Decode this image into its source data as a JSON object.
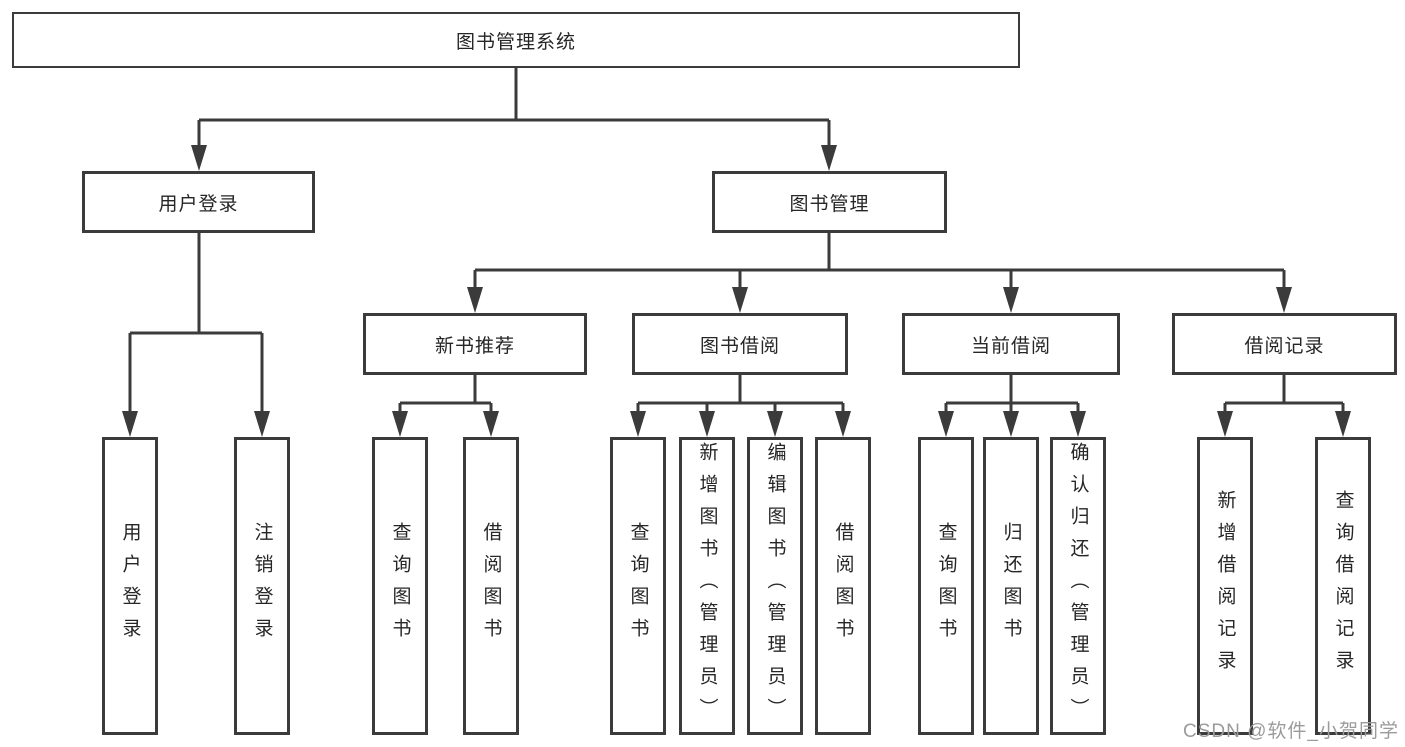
{
  "tree": {
    "label": "图书管理系统",
    "children": [
      {
        "label": "用户登录",
        "children": [
          {
            "label": "用户登录"
          },
          {
            "label": "注销登录"
          }
        ]
      },
      {
        "label": "图书管理",
        "children": [
          {
            "label": "新书推荐",
            "children": [
              {
                "label": "查询图书"
              },
              {
                "label": "借阅图书"
              }
            ]
          },
          {
            "label": "图书借阅",
            "children": [
              {
                "label": "查询图书"
              },
              {
                "label": "新增图书（管理员）"
              },
              {
                "label": "编辑图书（管理员）"
              },
              {
                "label": "借阅图书"
              }
            ]
          },
          {
            "label": "当前借阅",
            "children": [
              {
                "label": "查询图书"
              },
              {
                "label": "归还图书"
              },
              {
                "label": "确认归还（管理员）"
              }
            ]
          },
          {
            "label": "借阅记录",
            "children": [
              {
                "label": "新增借阅记录"
              },
              {
                "label": "查询借阅记录"
              }
            ]
          }
        ]
      }
    ]
  },
  "watermark": {
    "text": "CSDN @软件_小贺同学"
  },
  "colors": {
    "line": "#3b3b3b",
    "box_border": "#3b3b3b",
    "text": "#262626",
    "watermark_text": "#9b9b9b",
    "background": "#ffffff"
  }
}
